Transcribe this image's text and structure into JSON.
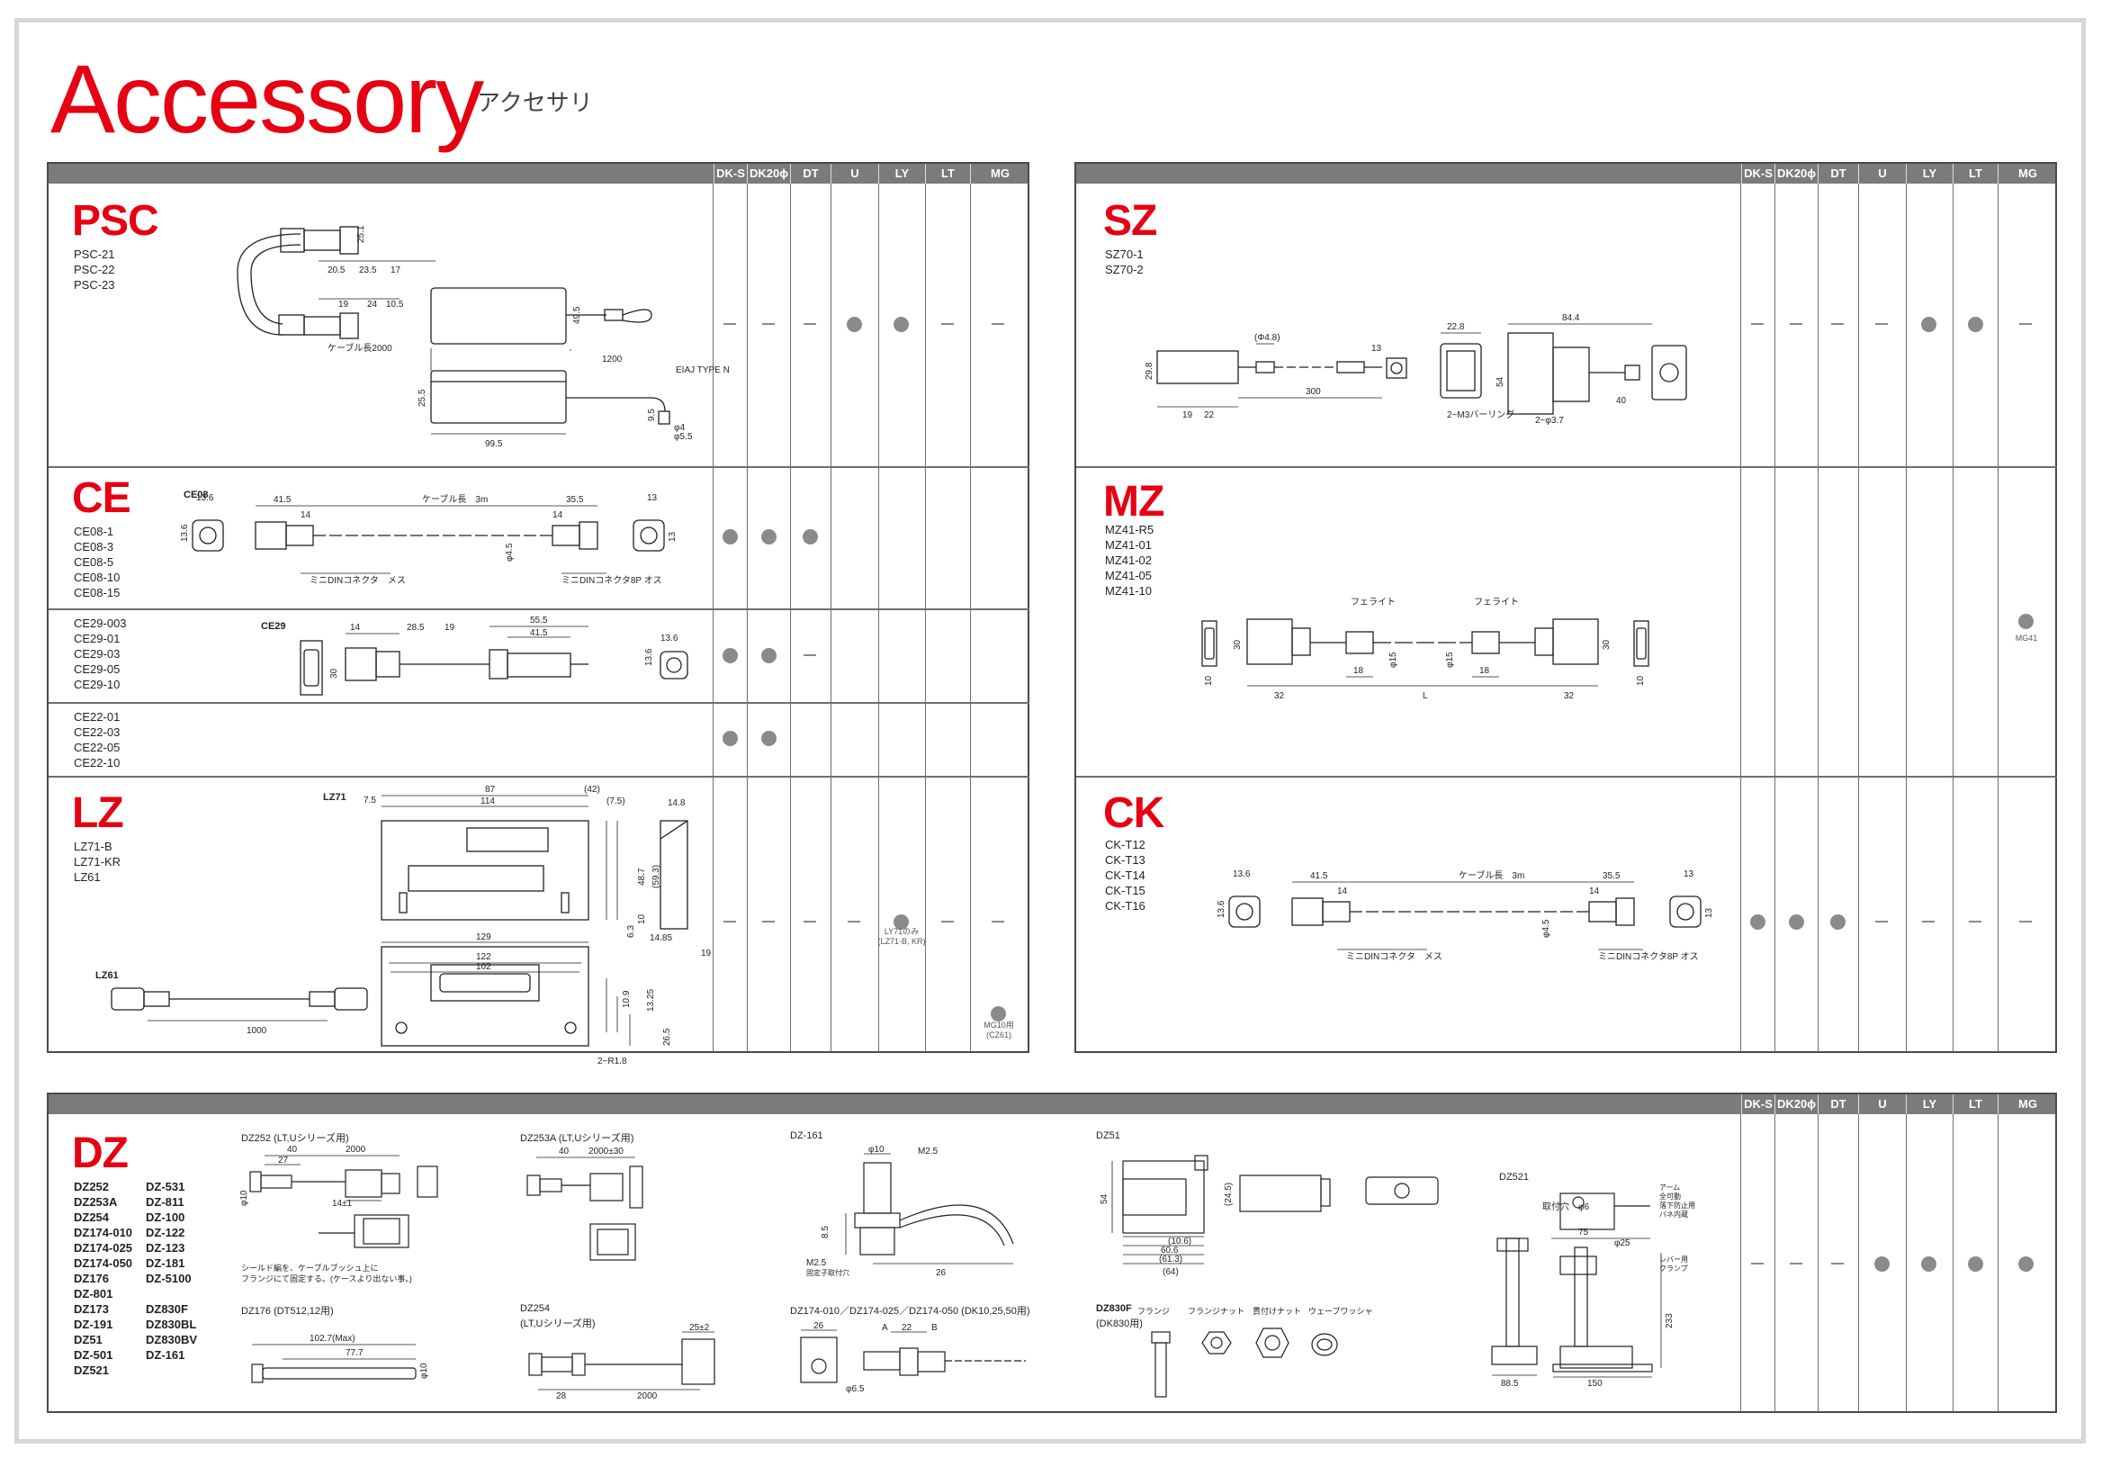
{
  "page": {
    "title": "Accessory",
    "subtitle": "アクセサリ"
  },
  "columns": [
    "DK-S",
    "DK20ϕ",
    "DT",
    "U",
    "LY",
    "LT",
    "MG"
  ],
  "left_panel": {
    "psc": {
      "name": "PSC",
      "models": [
        "PSC-21",
        "PSC-22",
        "PSC-23"
      ],
      "marks": [
        "dash",
        "dash",
        "dash",
        "dot",
        "dot",
        "dash",
        "dash"
      ],
      "dims": {
        "d1": "25.1",
        "d2": "20.5",
        "d3": "23.5",
        "d4": "17",
        "d5": "19",
        "d6": "24",
        "d7": "10.5",
        "d8": "ケーブル長2000",
        "d9": "49.5",
        "d10": "1200",
        "d11": "EIAJ TYPE N",
        "d12": "25.5",
        "d13": "99.5",
        "d14": "9.5",
        "d15": "φ4",
        "d16": "φ5.5"
      }
    },
    "ce08": {
      "name": "CE",
      "label": "CE08",
      "models": [
        "CE08-1",
        "CE08-3",
        "CE08-5",
        "CE08-10",
        "CE08-15"
      ],
      "marks": [
        "dot",
        "dot",
        "dot",
        "",
        "",
        "",
        ""
      ],
      "dims": {
        "a": "13.6",
        "b": "41.5",
        "c": "ケーブル長　3m",
        "d": "35.5",
        "e": "13",
        "f": "14",
        "g": "14",
        "h": "13.6",
        "i": "13",
        "j": "φ4.5",
        "k": "ミニDINコネクタ　メス",
        "l": "ミニDINコネクタ8P オス"
      }
    },
    "ce29": {
      "label": "CE29",
      "models": [
        "CE29-003",
        "CE29-01",
        "CE29-03",
        "CE29-05",
        "CE29-10"
      ],
      "marks": [
        "dot",
        "dot",
        "dash",
        "",
        "",
        "",
        ""
      ],
      "dims": {
        "a": "14",
        "b": "28.5",
        "c": "19",
        "d": "55.5",
        "e": "41.5",
        "f": "13.6",
        "g": "13.6",
        "h": "30"
      }
    },
    "ce22": {
      "models": [
        "CE22-01",
        "CE22-03",
        "CE22-05",
        "CE22-10"
      ],
      "marks": [
        "dot",
        "dot",
        "",
        "",
        "",
        "",
        ""
      ]
    },
    "lz": {
      "name": "LZ",
      "models": [
        "LZ71-B",
        "LZ71-KR",
        "LZ61"
      ],
      "marks": [
        "dash",
        "dash",
        "dash",
        "dash",
        "dot",
        "dash",
        "dash"
      ],
      "ly_note": "LY71のみ (LZ71-B, KR)",
      "mg_note": "MG10用 (CZ61)",
      "label_lz71": "LZ71",
      "label_lz61": "LZ61",
      "dims": {
        "a": "87",
        "b": "(42)",
        "c": "7.5",
        "d": "114",
        "e": "(7.5)",
        "f": "14.8",
        "g": "48.7",
        "h": "(59.3)",
        "i": "10",
        "j": "6.3",
        "k": "14.85",
        "l": "19",
        "m": "129",
        "n": "122",
        "o": "102",
        "p": "10.9",
        "q": "13.25",
        "r": "26.5",
        "s": "2−R1.8",
        "t": "1000"
      }
    }
  },
  "right_panel": {
    "sz": {
      "name": "SZ",
      "models": [
        "SZ70-1",
        "SZ70-2"
      ],
      "marks": [
        "dash",
        "dash",
        "dash",
        "dash",
        "dot",
        "dot",
        "dash"
      ],
      "dims": {
        "a": "(Φ4.8)",
        "b": "13",
        "c": "22.8",
        "d": "84.4",
        "e": "29.8",
        "f": "19",
        "g": "22",
        "h": "300",
        "i": "54",
        "j": "2−M3バーリング",
        "k": "2−φ3.7",
        "l": "40"
      }
    },
    "mz": {
      "name": "MZ",
      "models": [
        "MZ41-R5",
        "MZ41-01",
        "MZ41-02",
        "MZ41-05",
        "MZ41-10"
      ],
      "marks": [
        "",
        "",
        "",
        "",
        "",
        "",
        "dot"
      ],
      "mg_note": "MG41",
      "dims": {
        "a": "フェライト",
        "b": "フェライト",
        "c": "30",
        "d": "φ15",
        "e": "φ15",
        "f": "18",
        "g": "18",
        "h": "32",
        "i": "32",
        "j": "L",
        "k": "10",
        "l": "10",
        "m": "30"
      }
    },
    "ck": {
      "name": "CK",
      "models": [
        "CK-T12",
        "CK-T13",
        "CK-T14",
        "CK-T15",
        "CK-T16"
      ],
      "marks": [
        "dot",
        "dot",
        "dot",
        "dash",
        "dash",
        "dash",
        "dash"
      ],
      "dims": {
        "a": "13.6",
        "b": "41.5",
        "c": "ケーブル長　3m",
        "d": "35.5",
        "e": "13",
        "f": "14",
        "g": "14",
        "h": "13.6",
        "i": "13",
        "j": "φ4.5",
        "k": "ミニDINコネクタ　メス",
        "l": "ミニDINコネクタ8P オス"
      }
    }
  },
  "bottom_panel": {
    "dz": {
      "name": "DZ",
      "models_col1": [
        "DZ252",
        "DZ253A",
        "DZ254",
        "DZ174-010",
        "DZ174-025",
        "DZ174-050",
        "DZ176",
        "DZ-801",
        "DZ173",
        "DZ-191",
        "DZ51",
        "DZ-501",
        "DZ521"
      ],
      "models_col2": [
        "DZ-531",
        "DZ-811",
        "DZ-100",
        "DZ-122",
        "DZ-123",
        "DZ-181",
        "DZ-5100",
        "",
        "DZ830F",
        "DZ830BL",
        "DZ830BV",
        "DZ-161"
      ],
      "marks": [
        "dash",
        "dash",
        "dash",
        "dot",
        "dot",
        "dot",
        "dot"
      ],
      "captions": {
        "dz252": "DZ252 (LT,Uシリーズ用)",
        "dz253a": "DZ253A (LT,Uシリーズ用)",
        "dz161": "DZ-161",
        "dz51": "DZ51",
        "dz521": "DZ521",
        "dz176": "DZ176 (DT512,12用)",
        "dz254": "DZ254",
        "dz254_sub": "(LT,Uシリーズ用)",
        "dz174": "DZ174-010／DZ174-025／DZ174-050 (DK10,25,50用)",
        "dz830f": "DZ830F",
        "dz830f_sub": "(DK830用)"
      },
      "notes": {
        "dz252_note1": "シールド編を、ケーブルブッシュ上に",
        "dz252_note2": "フランジにて固定する。(ケースより出ない事。)",
        "dz830_parts": [
          "フランジ",
          "フランジナット",
          "貫付けナット",
          "ウェーブワッシャ"
        ],
        "dz521_arm": [
          "アーム",
          "全可動",
          "落下防止用",
          "バネ内蔵"
        ],
        "dz521_lever": [
          "レバー用",
          "クランプ"
        ],
        "dz161_m25": "M2.5",
        "dz161_m25b": "M2.5",
        "dz161_fix": "固定子取付穴"
      },
      "dims": {
        "a": "40",
        "b": "2000",
        "c": "27",
        "d": "14±1",
        "e": "φ10",
        "f": "102.7(Max)",
        "g": "77.7",
        "h": "φ10",
        "i": "40",
        "j": "2000±30",
        "k": "25±2",
        "l": "28",
        "m": "2000",
        "n": "26",
        "o": "22",
        "p": "A",
        "q": "B",
        "r": "54",
        "s": "60.6",
        "t": "(61.3)",
        "u": "(64)",
        "v": "(10.6)",
        "w": "(24.5)",
        "x": "8.5",
        "y": "φ25",
        "z": "75",
        "aa": "88.5",
        "ab": "150",
        "ac": "233",
        "ad": "6.5",
        "ae": "φ6.5",
        "af": "取付穴　φ6"
      }
    }
  }
}
